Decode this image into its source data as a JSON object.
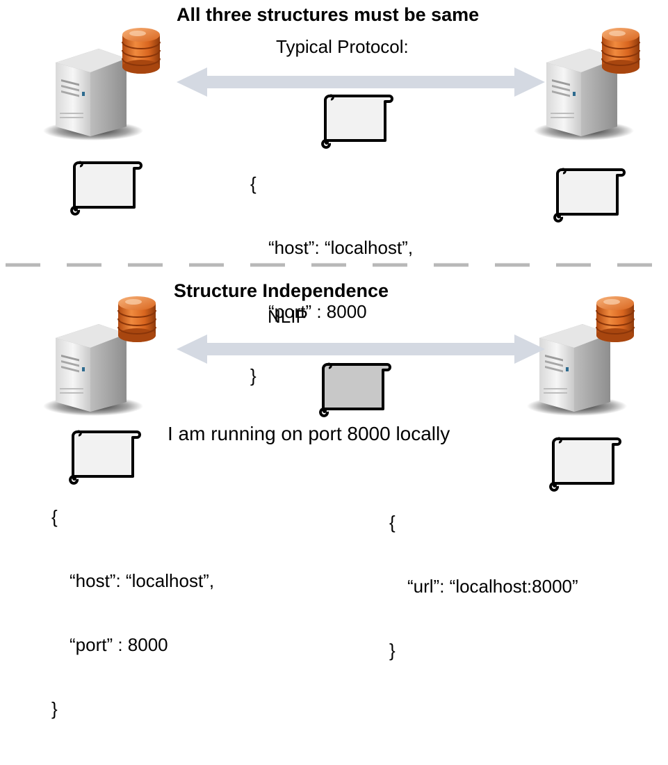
{
  "top": {
    "title": "All three structures must be same",
    "subtitle": "Typical Protocol:",
    "code": {
      "open": "{",
      "line1": "“host”: “localhost”,",
      "line2": "“port” : 8000",
      "close": "}"
    }
  },
  "bottom": {
    "title": "Structure Independence",
    "subtitle": "NLIP",
    "message": "I am running on port 8000 locally",
    "left_code": {
      "open": "{",
      "line1": "“host”: “localhost”,",
      "line2": "“port” : 8000",
      "close": "}"
    },
    "right_code": {
      "open": "{",
      "line1": "“url”: “localhost:8000”",
      "close": "}"
    }
  },
  "icons": {
    "server": "server-tower-icon",
    "database": "database-cylinder-icon",
    "scroll": "document-scroll-icon",
    "arrow": "double-headed-arrow"
  },
  "colors": {
    "arrow": "#d4d9e2",
    "divider": "#b8b8b8",
    "database": "#d9661f",
    "scroll_fill": "#f2f2f2",
    "scroll_fill_nlip": "#c8c8c8"
  }
}
